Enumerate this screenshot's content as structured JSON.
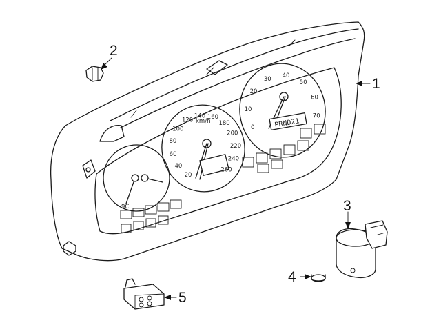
{
  "callouts": [
    {
      "id": "1",
      "label": "1"
    },
    {
      "id": "2",
      "label": "2"
    },
    {
      "id": "3",
      "label": "3"
    },
    {
      "id": "4",
      "label": "4"
    },
    {
      "id": "5",
      "label": "5"
    }
  ],
  "speedometer": {
    "ticks": [
      "20",
      "40",
      "60",
      "80",
      "100",
      "120",
      "140",
      "160",
      "180",
      "200",
      "220",
      "240",
      "260"
    ],
    "unit": "km/h"
  },
  "tachometer": {
    "ticks": [
      "0",
      "10",
      "20",
      "30",
      "40",
      "50",
      "60",
      "70"
    ],
    "gear_display": "PRND21"
  },
  "left_gauge": {
    "scale": "9C"
  }
}
